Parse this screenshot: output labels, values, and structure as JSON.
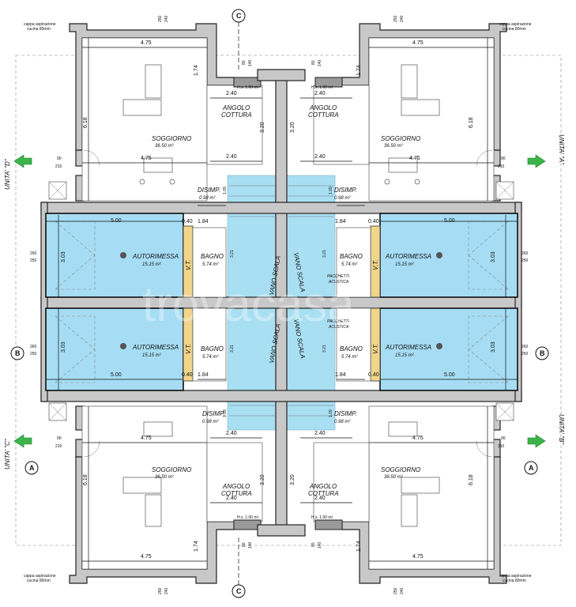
{
  "rooms": {
    "soggiorno": {
      "name": "SOGGIORNO",
      "area": "36.50 m²"
    },
    "angolo": {
      "line1": "ANGOLO",
      "line2": "COTTURA"
    },
    "disimp": {
      "name": "DISIMP.",
      "area": "0.98 m²"
    },
    "autorimessa": {
      "name": "AUTORIMESSA",
      "area": "15.15 m²"
    },
    "bagno": {
      "name": "BAGNO",
      "area": "5.74 m²"
    },
    "vt": "V.T.",
    "vano_scala": "VANO SCALA",
    "pacchetti": {
      "line1": "PACCHETTI",
      "line2": "ACUSTICA"
    }
  },
  "units": {
    "a": "UNITA' \"A\"",
    "b": "UNITA' \"B\"",
    "c": "UNITA' \"C\"",
    "d": "UNITA' \"D\""
  },
  "section_markers": {
    "a": "A",
    "b": "B",
    "c": "C"
  },
  "notes": {
    "cappa1": "cappa aspirazione",
    "cappa2": "cucina 80mm",
    "hs": "H.s. 1.00 ml"
  },
  "dims": {
    "d475": "4.75",
    "d174": "1.74",
    "d618": "6.18",
    "d240": "2.40",
    "d320": "3.20",
    "d500": "5.00",
    "d303": "3.03",
    "d184": "1.84",
    "d040": "0.40",
    "d321": "3.21",
    "d109": "1.09",
    "d90": "90",
    "d210": "210",
    "d260": "260",
    "d250": "250",
    "d240s": "240",
    "d80": "80",
    "d140": "140"
  },
  "watermark": "trovacasa",
  "colors": {
    "garage": "#a6ddf4",
    "stair": "#a9dff2",
    "vt": "#f1d58c",
    "arrow": "#3bb54a",
    "wall": "#c8c8c8"
  }
}
